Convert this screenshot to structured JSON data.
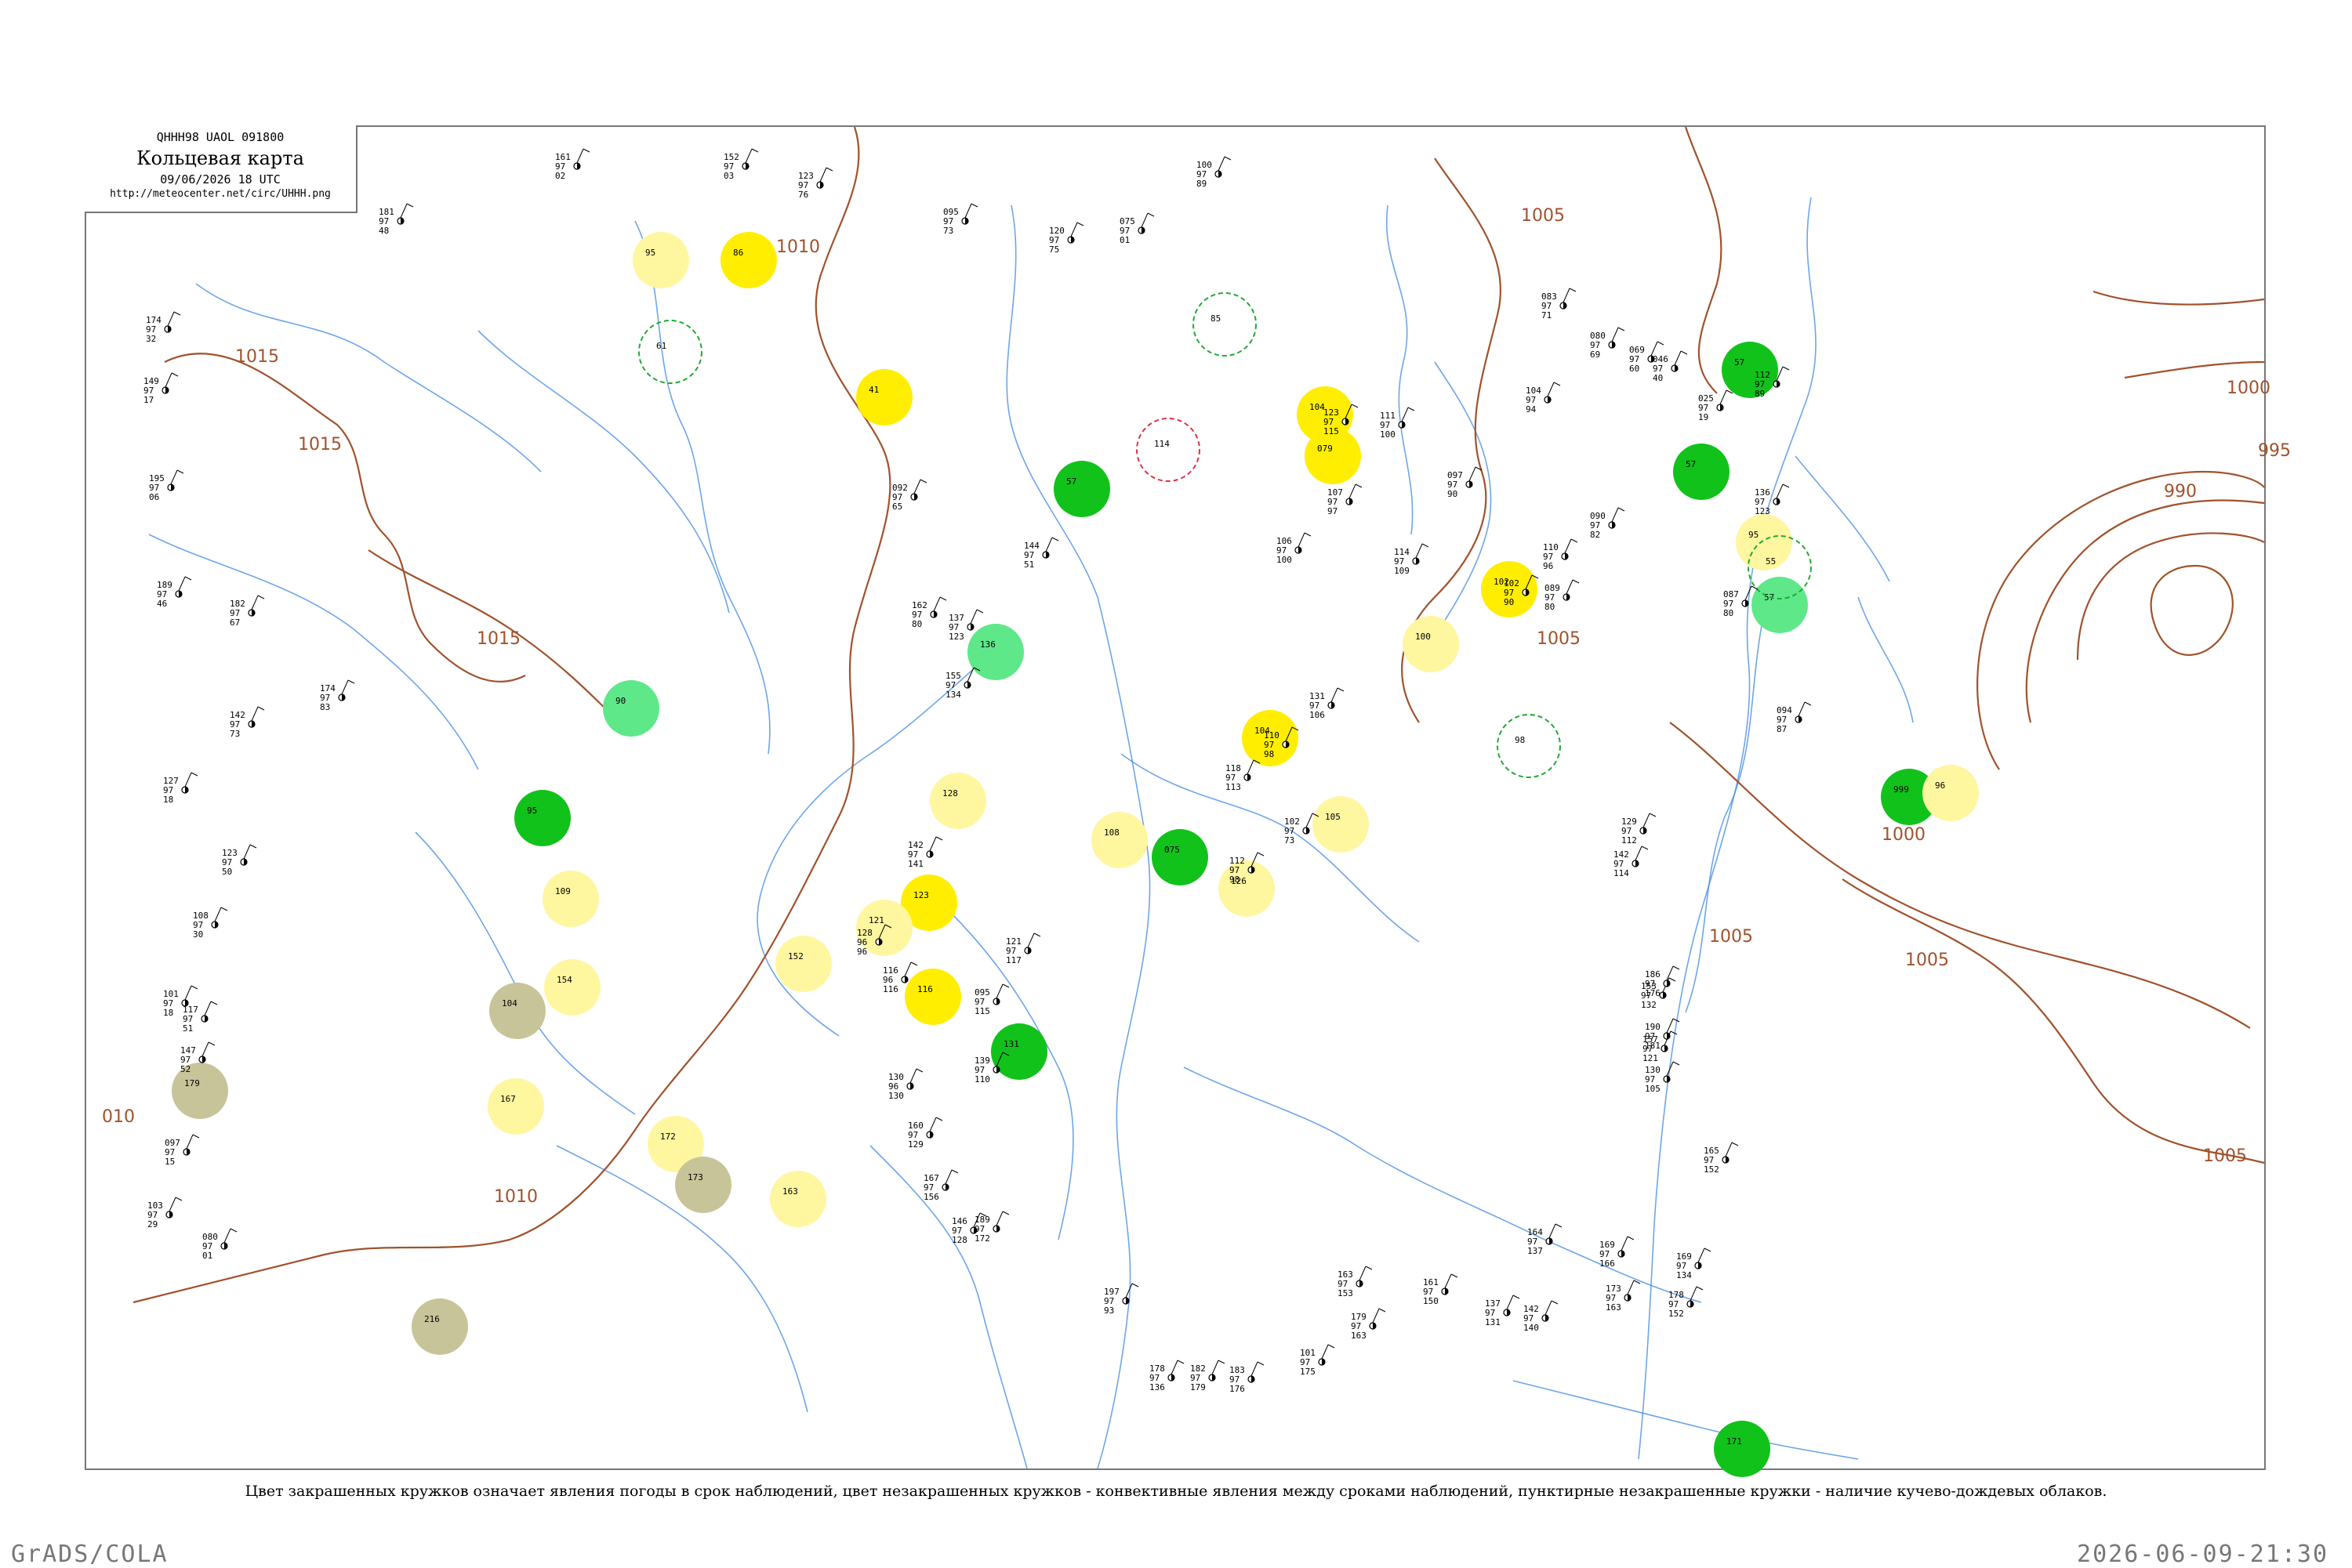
{
  "title_box": {
    "code": "QHHH98  UAOL  091800",
    "title": "Кольцевая карта",
    "datetime": "09/06/2026 18 UTC",
    "url": "http://meteocenter.net/circ/UHHH.png"
  },
  "caption": "Цвет закрашенных кружков означает явления погоды в срок наблюдений, цвет незакрашенных кружков - конвективные явления между сроками наблюдений, пунктирные незакрашенные кружки - наличие кучево-дождевых облаков.",
  "footer": {
    "left": "GrADS/COLA",
    "right": "2026-06-09-21:30"
  },
  "colors": {
    "isobar": "#a0522d",
    "river": "#4a90e2",
    "yellow_bright": "#ffee00",
    "yellow_pale": "#fff6a0",
    "green_dark": "#11c21a",
    "green_light": "#5fe88a",
    "olive": "#c8c49a",
    "dashed_green": "#22aa33",
    "dashed_red": "#dd3344"
  },
  "isobar_labels": [
    {
      "text": "1015"
    },
    {
      "text": "1015"
    },
    {
      "text": "1015"
    },
    {
      "text": "1010"
    },
    {
      "text": "010"
    },
    {
      "text": "1010"
    },
    {
      "text": "1005"
    },
    {
      "text": "1005"
    },
    {
      "text": "1000"
    },
    {
      "text": "995"
    },
    {
      "text": "990"
    },
    {
      "text": "1000"
    },
    {
      "text": "1005"
    },
    {
      "text": "1005"
    },
    {
      "text": "1005"
    }
  ],
  "stations": [
    {
      "t": "152",
      "v": "97",
      "n": "03"
    },
    {
      "t": "161",
      "v": "97",
      "n": "02"
    },
    {
      "t": "123",
      "v": "97",
      "n": "76"
    },
    {
      "t": "100",
      "v": "97",
      "n": "89"
    },
    {
      "t": "095",
      "v": "97",
      "n": "73"
    },
    {
      "t": "120",
      "v": "97",
      "n": "75"
    },
    {
      "t": "075",
      "v": "97",
      "n": "01"
    },
    {
      "t": "181",
      "v": "97",
      "n": "48"
    },
    {
      "t": "174",
      "v": "97",
      "n": "32"
    },
    {
      "t": "149",
      "v": "97",
      "n": "17"
    },
    {
      "t": "195",
      "v": "97",
      "n": "06"
    },
    {
      "t": "189",
      "v": "97",
      "n": "46"
    },
    {
      "t": "182",
      "v": "97",
      "n": "67"
    },
    {
      "t": "174",
      "v": "97",
      "n": "83"
    },
    {
      "t": "142",
      "v": "97",
      "n": "73"
    },
    {
      "t": "127",
      "v": "97",
      "n": "18"
    },
    {
      "t": "123",
      "v": "97",
      "n": "50"
    },
    {
      "t": "108",
      "v": "97",
      "n": "30"
    },
    {
      "t": "101",
      "v": "97",
      "n": "18"
    },
    {
      "t": "117",
      "v": "97",
      "n": "51"
    },
    {
      "t": "147",
      "v": "97",
      "n": "52"
    },
    {
      "t": "097",
      "v": "97",
      "n": "15"
    },
    {
      "t": "103",
      "v": "97",
      "n": "29"
    },
    {
      "t": "080",
      "v": "97",
      "n": "01"
    },
    {
      "t": "092",
      "v": "97",
      "n": "65"
    },
    {
      "t": "144",
      "v": "97",
      "n": "51"
    },
    {
      "t": "162",
      "v": "97",
      "n": "80"
    },
    {
      "t": "137",
      "v": "97",
      "n": "123"
    },
    {
      "t": "155",
      "v": "97",
      "n": "134"
    },
    {
      "t": "142",
      "v": "97",
      "n": "141"
    },
    {
      "t": "128",
      "v": "96",
      "n": "96"
    },
    {
      "t": "116",
      "v": "96",
      "n": "116"
    },
    {
      "t": "121",
      "v": "97",
      "n": "117"
    },
    {
      "t": "095",
      "v": "97",
      "n": "115"
    },
    {
      "t": "139",
      "v": "97",
      "n": "110"
    },
    {
      "t": "130",
      "v": "96",
      "n": "130"
    },
    {
      "t": "160",
      "v": "97",
      "n": "129"
    },
    {
      "t": "167",
      "v": "97",
      "n": "156"
    },
    {
      "t": "146",
      "v": "97",
      "n": "128"
    },
    {
      "t": "189",
      "v": "97",
      "n": "172"
    },
    {
      "t": "197",
      "v": "97",
      "n": "93"
    },
    {
      "t": "178",
      "v": "97",
      "n": "136"
    },
    {
      "t": "182",
      "v": "97",
      "n": "179"
    },
    {
      "t": "183",
      "v": "97",
      "n": "176"
    },
    {
      "t": "101",
      "v": "97",
      "n": "175"
    },
    {
      "t": "179",
      "v": "97",
      "n": "163"
    },
    {
      "t": "163",
      "v": "97",
      "n": "153"
    },
    {
      "t": "161",
      "v": "97",
      "n": "150"
    },
    {
      "t": "137",
      "v": "97",
      "n": "131"
    },
    {
      "t": "142",
      "v": "97",
      "n": "140"
    },
    {
      "t": "164",
      "v": "97",
      "n": "137"
    },
    {
      "t": "169",
      "v": "97",
      "n": "166"
    },
    {
      "t": "173",
      "v": "97",
      "n": "163"
    },
    {
      "t": "178",
      "v": "97",
      "n": "152"
    },
    {
      "t": "165",
      "v": "97",
      "n": "152"
    },
    {
      "t": "169",
      "v": "97",
      "n": "134"
    },
    {
      "t": "157",
      "v": "97",
      "n": "121"
    },
    {
      "t": "153",
      "v": "97",
      "n": "132"
    },
    {
      "t": "186",
      "v": "97",
      "n": "176"
    },
    {
      "t": "190",
      "v": "97",
      "n": "181"
    },
    {
      "t": "130",
      "v": "97",
      "n": "105"
    },
    {
      "t": "129",
      "v": "97",
      "n": "112"
    },
    {
      "t": "142",
      "v": "97",
      "n": "114"
    },
    {
      "t": "131",
      "v": "97",
      "n": "106"
    },
    {
      "t": "112",
      "v": "97",
      "n": "98"
    },
    {
      "t": "102",
      "v": "97",
      "n": "73"
    },
    {
      "t": "118",
      "v": "97",
      "n": "113"
    },
    {
      "t": "110",
      "v": "97",
      "n": "98"
    },
    {
      "t": "114",
      "v": "97",
      "n": "109"
    },
    {
      "t": "107",
      "v": "97",
      "n": "97"
    },
    {
      "t": "123",
      "v": "97",
      "n": "115"
    },
    {
      "t": "111",
      "v": "97",
      "n": "100"
    },
    {
      "t": "106",
      "v": "97",
      "n": "100"
    },
    {
      "t": "097",
      "v": "97",
      "n": "90"
    },
    {
      "t": "102",
      "v": "97",
      "n": "90"
    },
    {
      "t": "089",
      "v": "97",
      "n": "80"
    },
    {
      "t": "110",
      "v": "97",
      "n": "96"
    },
    {
      "t": "090",
      "v": "97",
      "n": "82"
    },
    {
      "t": "104",
      "v": "97",
      "n": "94"
    },
    {
      "t": "083",
      "v": "97",
      "n": "71"
    },
    {
      "t": "080",
      "v": "97",
      "n": "69"
    },
    {
      "t": "069",
      "v": "97",
      "n": "60"
    },
    {
      "t": "046",
      "v": "97",
      "n": "40"
    },
    {
      "t": "025",
      "v": "97",
      "n": "19"
    },
    {
      "t": "112",
      "v": "97",
      "n": "89"
    },
    {
      "t": "136",
      "v": "97",
      "n": "123"
    },
    {
      "t": "087",
      "v": "97",
      "n": "80"
    },
    {
      "t": "094",
      "v": "97",
      "n": "87"
    }
  ],
  "wx_circles": [
    {
      "label": "95",
      "color": "yellow_pale"
    },
    {
      "label": "86",
      "color": "yellow_bright"
    },
    {
      "label": "41",
      "color": "yellow_bright"
    },
    {
      "label": "57",
      "color": "green_dark"
    },
    {
      "label": "104",
      "color": "yellow_bright"
    },
    {
      "label": "079",
      "color": "yellow_bright"
    },
    {
      "label": "102",
      "color": "yellow_bright"
    },
    {
      "label": "100",
      "color": "yellow_pale"
    },
    {
      "label": "104",
      "color": "yellow_bright"
    },
    {
      "label": "105",
      "color": "yellow_pale"
    },
    {
      "label": "136",
      "color": "green_light"
    },
    {
      "label": "90",
      "color": "green_light"
    },
    {
      "label": "95",
      "color": "green_dark"
    },
    {
      "label": "109",
      "color": "yellow_pale"
    },
    {
      "label": "128",
      "color": "yellow_pale"
    },
    {
      "label": "123",
      "color": "yellow_bright"
    },
    {
      "label": "108",
      "color": "yellow_pale"
    },
    {
      "label": "075",
      "color": "green_dark"
    },
    {
      "label": "126",
      "color": "yellow_pale"
    },
    {
      "label": "121",
      "color": "yellow_pale"
    },
    {
      "label": "152",
      "color": "yellow_pale"
    },
    {
      "label": "116",
      "color": "yellow_bright"
    },
    {
      "label": "131",
      "color": "green_dark"
    },
    {
      "label": "104",
      "color": "olive"
    },
    {
      "label": "154",
      "color": "yellow_pale"
    },
    {
      "label": "167",
      "color": "yellow_pale"
    },
    {
      "label": "179",
      "color": "olive"
    },
    {
      "label": "172",
      "color": "yellow_pale"
    },
    {
      "label": "173",
      "color": "olive"
    },
    {
      "label": "163",
      "color": "yellow_pale"
    },
    {
      "label": "216",
      "color": "olive"
    },
    {
      "label": "57",
      "color": "green_dark"
    },
    {
      "label": "57",
      "color": "green_dark"
    },
    {
      "label": "95",
      "color": "yellow_pale"
    },
    {
      "label": "57",
      "color": "green_light"
    },
    {
      "label": "999",
      "color": "green_dark"
    },
    {
      "label": "96",
      "color": "yellow_pale"
    },
    {
      "label": "171",
      "color": "green_dark"
    }
  ],
  "cb_rings": [
    {
      "label": "61",
      "color": "dashed_green"
    },
    {
      "label": "85",
      "color": "dashed_green"
    },
    {
      "label": "114",
      "color": "dashed_red"
    },
    {
      "label": "98",
      "color": "dashed_green"
    },
    {
      "label": "55",
      "color": "dashed_green"
    }
  ]
}
